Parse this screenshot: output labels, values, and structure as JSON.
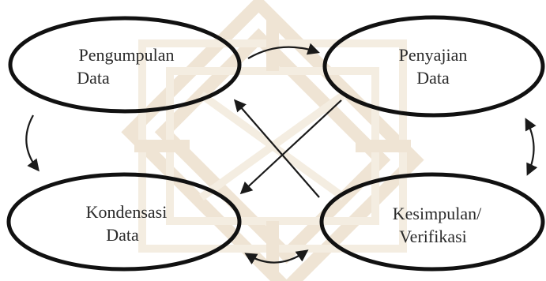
{
  "nodes": {
    "top_left": {
      "line1": "Pengumpulan",
      "line2": "Data"
    },
    "top_right": {
      "line1": "Penyajian",
      "line2": "Data"
    },
    "bottom_left": {
      "line1": "Kondensasi",
      "line2": "Data"
    },
    "bottom_right": {
      "line1": "Kesimpulan/",
      "line2": "Verifikasi"
    }
  },
  "watermark": {
    "kind": "geometric-knot-logo",
    "color": "#efe4d4"
  },
  "colors": {
    "stroke": "#111111",
    "text": "#2a2a2a",
    "background": "#ffffff"
  }
}
